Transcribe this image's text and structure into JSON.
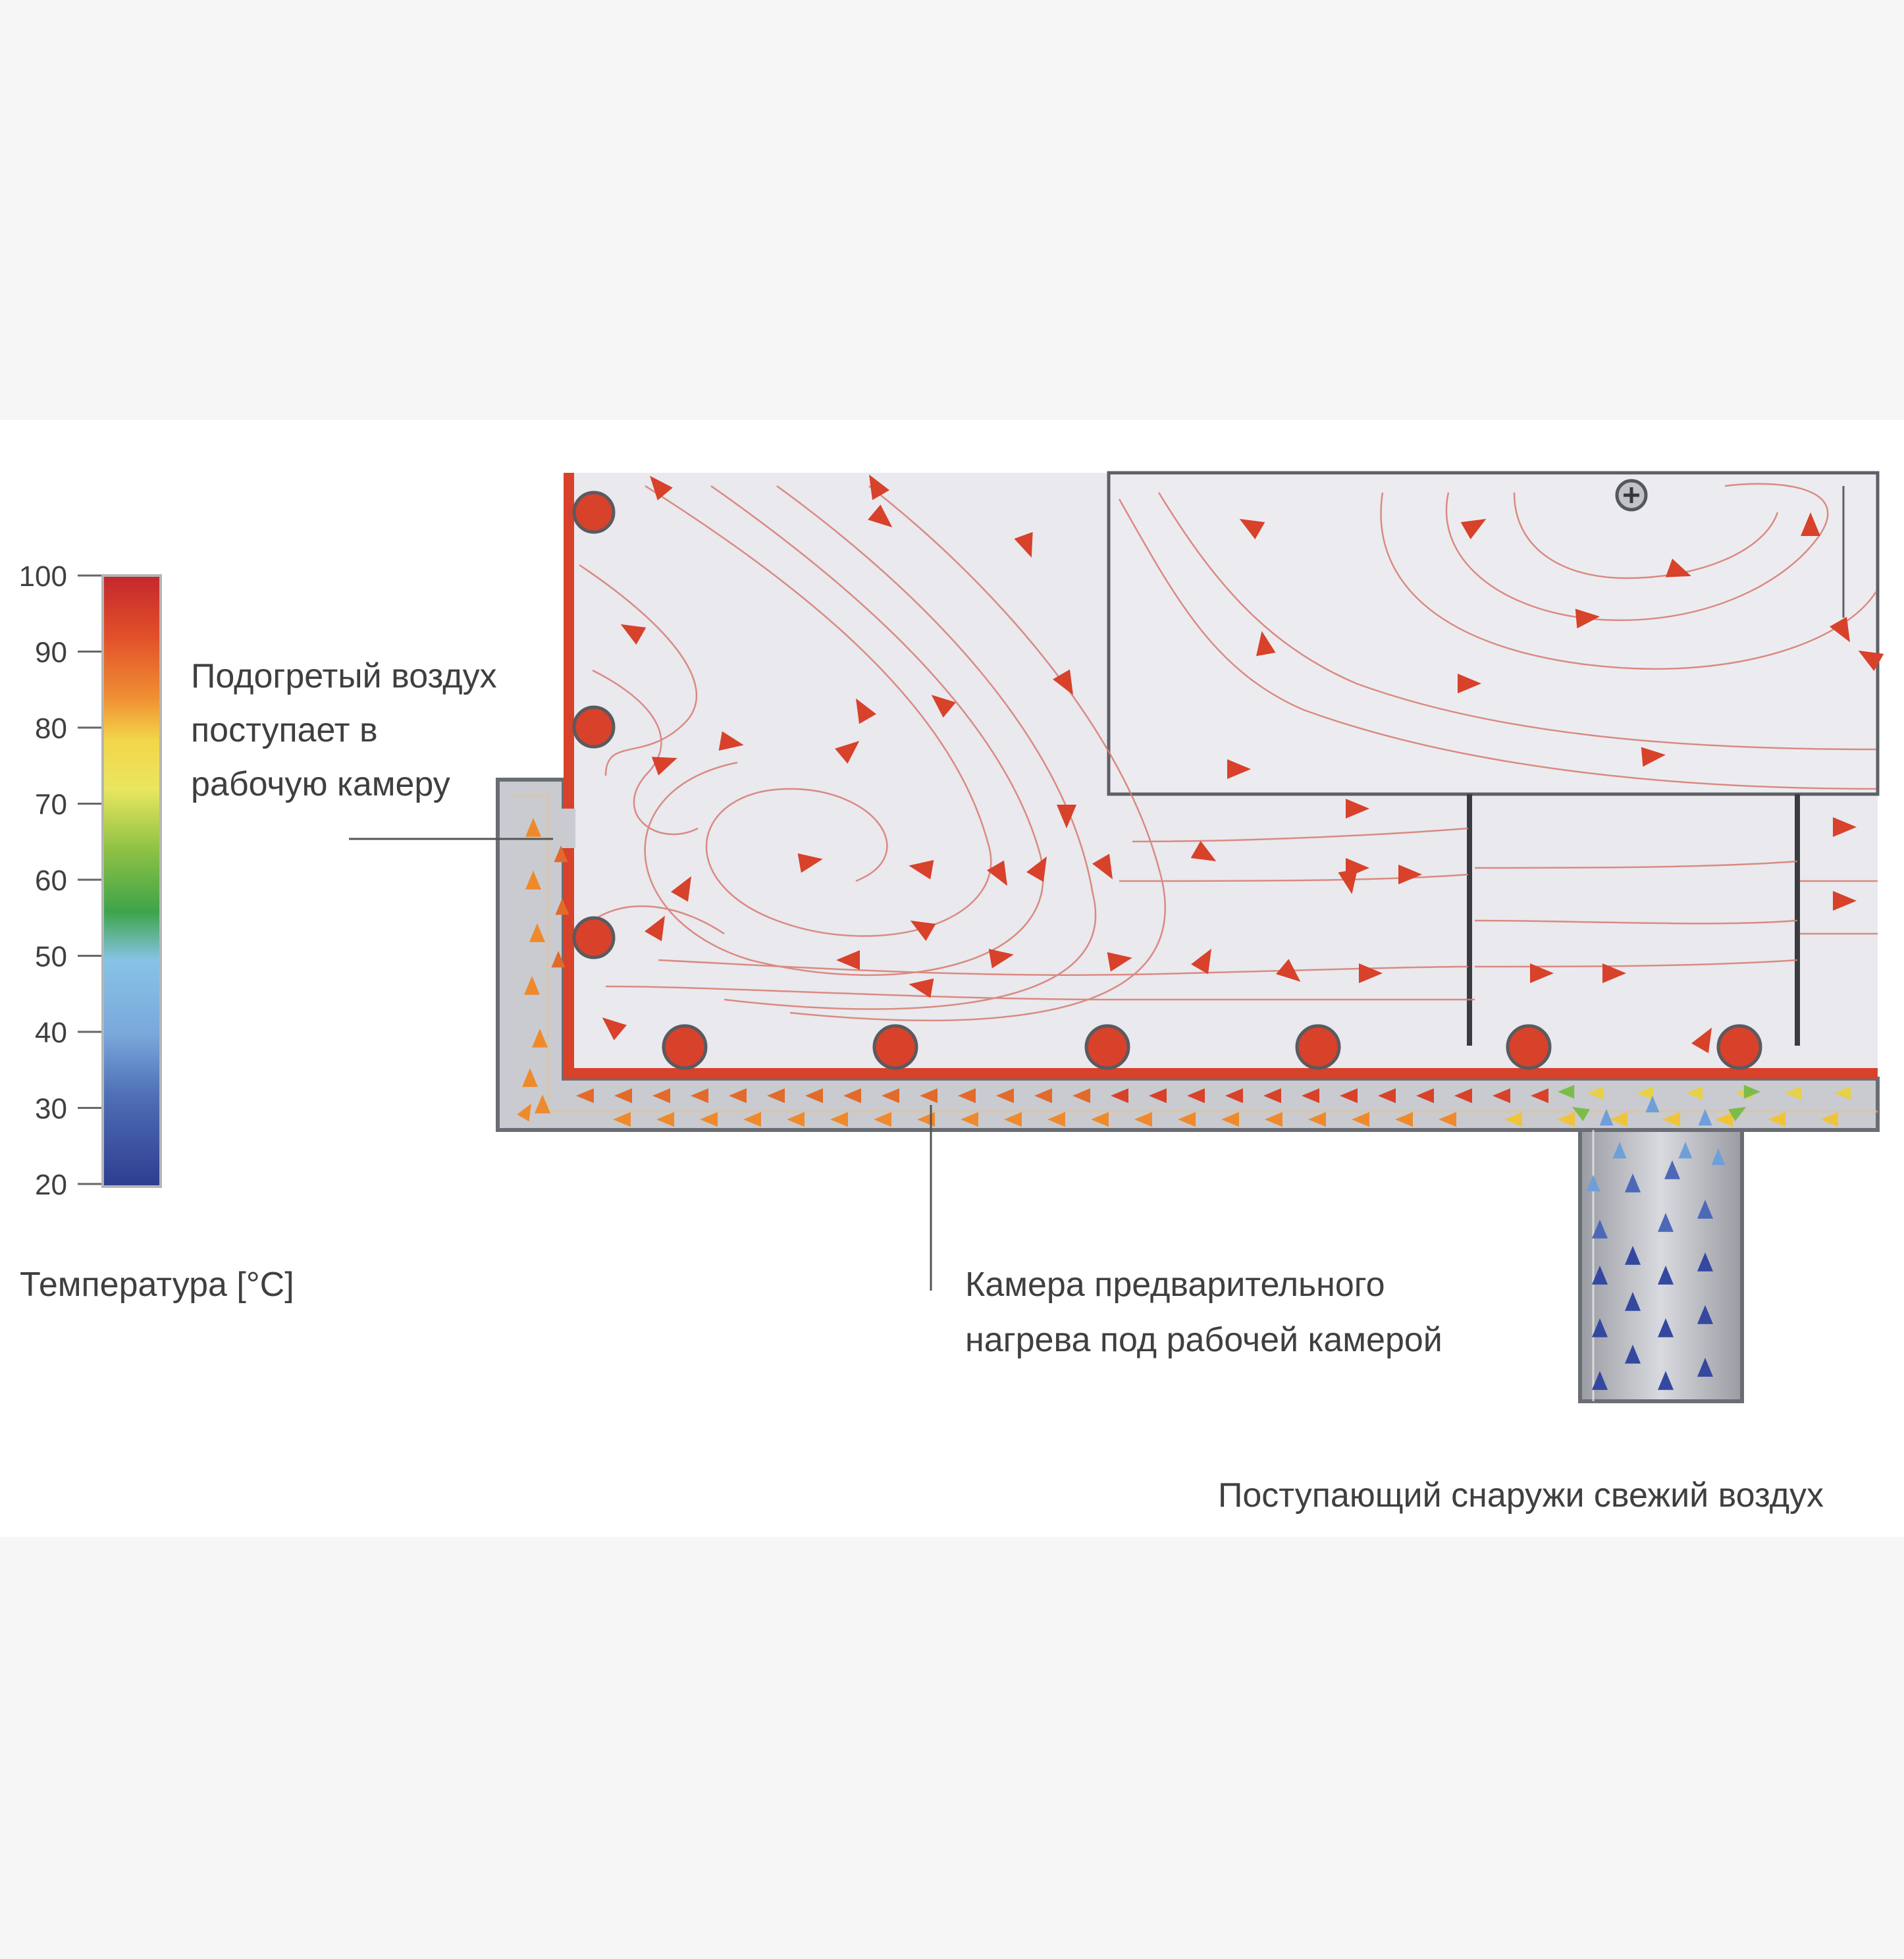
{
  "legend": {
    "title": "Температура [°C]",
    "ticks": [
      "100",
      "90",
      "80",
      "70",
      "60",
      "50",
      "40",
      "30",
      "20"
    ],
    "gradient_colors": [
      "#c4272c",
      "#e2502a",
      "#ef8f33",
      "#f3d64a",
      "#e9e660",
      "#8dc144",
      "#3ea44a",
      "#87c3e6",
      "#4f6fb6",
      "#2d3d8f"
    ]
  },
  "callouts": {
    "heated_air": [
      "Подогретый воздух",
      "поступает в",
      "рабочую камеру"
    ],
    "preheat_chamber": [
      "Камера предварительного",
      "нагрева под рабочей камерой"
    ],
    "fresh_air": "Поступающий снаружи свежий воздух"
  },
  "colors": {
    "hot": "#d8412a",
    "warm": "#ee8a2c",
    "cool": "#6f9fd8",
    "cold": "#3448a0",
    "wall": "#6b6d74",
    "chamber": "#e9e9ee",
    "duct": "#c8cad0"
  }
}
